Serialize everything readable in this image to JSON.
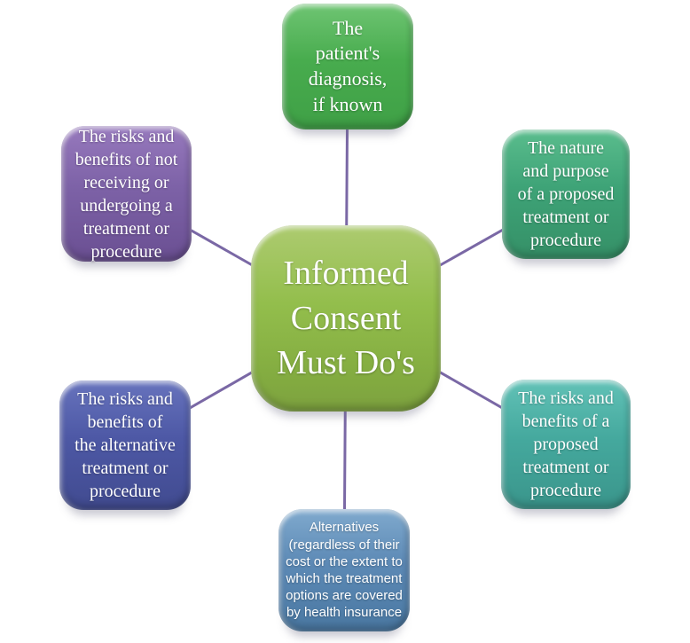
{
  "diagram": {
    "type": "radial",
    "title": "Informed Consent Must Do's",
    "connector_color": "#7a68a5",
    "center": {
      "label": "Informed\nConsent\nMust Do's",
      "color": "#8fbc4a"
    },
    "nodes": [
      {
        "id": "patients-diagnosis",
        "position": "top",
        "label": "The\npatient's\ndiagnosis,\nif known",
        "color": "#46ab4d"
      },
      {
        "id": "nature-and-purpose",
        "position": "top-right",
        "label": "The nature\nand purpose\nof a proposed\ntreatment or\nprocedure",
        "color": "#3ea377"
      },
      {
        "id": "risks-benefits-proposed",
        "position": "bottom-right",
        "label": "The risks and\nbenefits of a\nproposed\ntreatment or\nprocedure",
        "color": "#44a89d"
      },
      {
        "id": "alternatives",
        "position": "bottom",
        "label": "Alternatives\n(regardless of their\ncost or the extent to\nwhich the treatment\noptions are covered\nby health insurance",
        "color": "#5b89b4"
      },
      {
        "id": "risks-benefits-alternative",
        "position": "bottom-left",
        "label": "The risks and\nbenefits of\nthe alternative\ntreatment or\nprocedure",
        "color": "#4d58a5"
      },
      {
        "id": "risks-benefits-not-receiving",
        "position": "top-left",
        "label": "The risks and\nbenefits of not\nreceiving or\nundergoing a\ntreatment or\nprocedure",
        "color": "#7d62a7"
      }
    ]
  }
}
